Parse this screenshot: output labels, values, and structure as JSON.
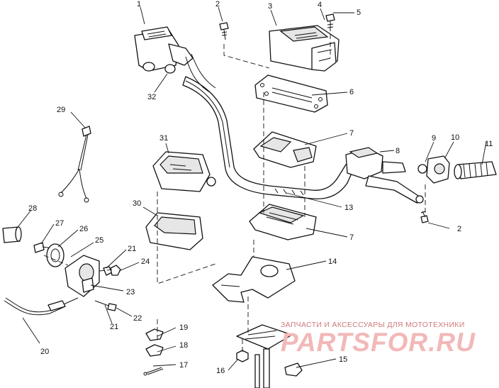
{
  "labels": {
    "l1": "1",
    "l2a": "2",
    "l3": "3",
    "l4": "4",
    "l5": "5",
    "l6": "6",
    "l7a": "7",
    "l8": "8",
    "l9": "9",
    "l10": "10",
    "l11": "11",
    "l13": "13",
    "l7b": "7",
    "l2b": "2",
    "l14": "14",
    "l15": "15",
    "l16": "16",
    "l17": "17",
    "l18": "18",
    "l19": "19",
    "l20": "20",
    "l21a": "21",
    "l21b": "21",
    "l22": "22",
    "l23": "23",
    "l24": "24",
    "l25": "25",
    "l26": "26",
    "l27": "27",
    "l28": "28",
    "l29": "29",
    "l30": "30",
    "l31": "31",
    "l32": "32"
  },
  "watermark": {
    "caption": "ЗАПЧАСТИ И АКСЕССУАРЫ ДЛЯ МОТОТЕХНИКИ",
    "logo": "PARTSFOR.RU"
  }
}
